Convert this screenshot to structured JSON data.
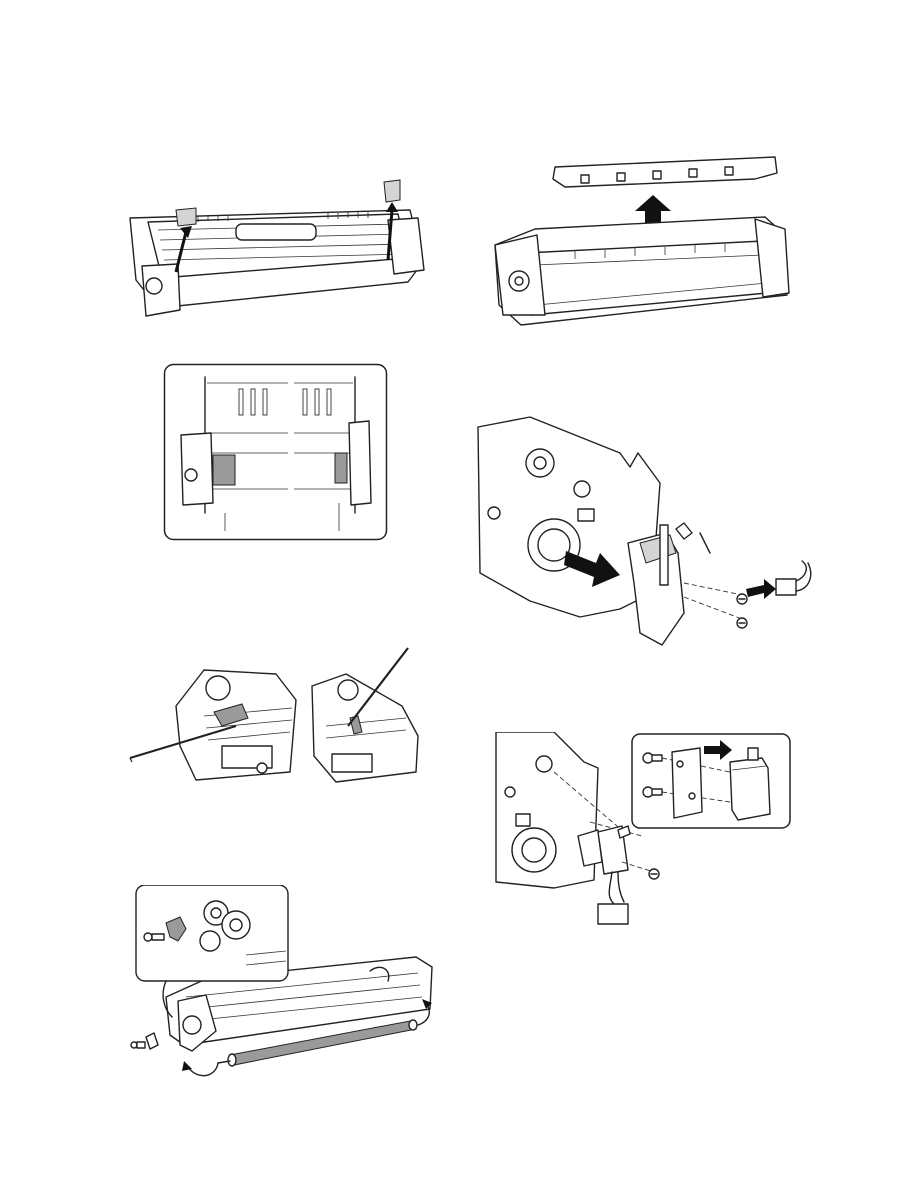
{
  "page": {
    "background": "#ffffff",
    "line_color": "#222222",
    "shade_color": "#9a9a9a"
  },
  "figures": [
    {
      "id": "fig-lift-covers",
      "icon": "lift-cover-up-arrows"
    },
    {
      "id": "fig-top-cover-remove",
      "icon": "large-up-arrow"
    },
    {
      "id": "fig-detail-inset-pads",
      "icon": "rounded-detail-frame"
    },
    {
      "id": "fig-side-bracket-remove",
      "icon": "pull-out-arrow"
    },
    {
      "id": "fig-rod-insert",
      "icon": "rod-tool"
    },
    {
      "id": "fig-solenoid-detach",
      "icon": "connector-arrow"
    },
    {
      "id": "fig-roller-gear-remove",
      "icon": "rotation-arrows"
    }
  ]
}
